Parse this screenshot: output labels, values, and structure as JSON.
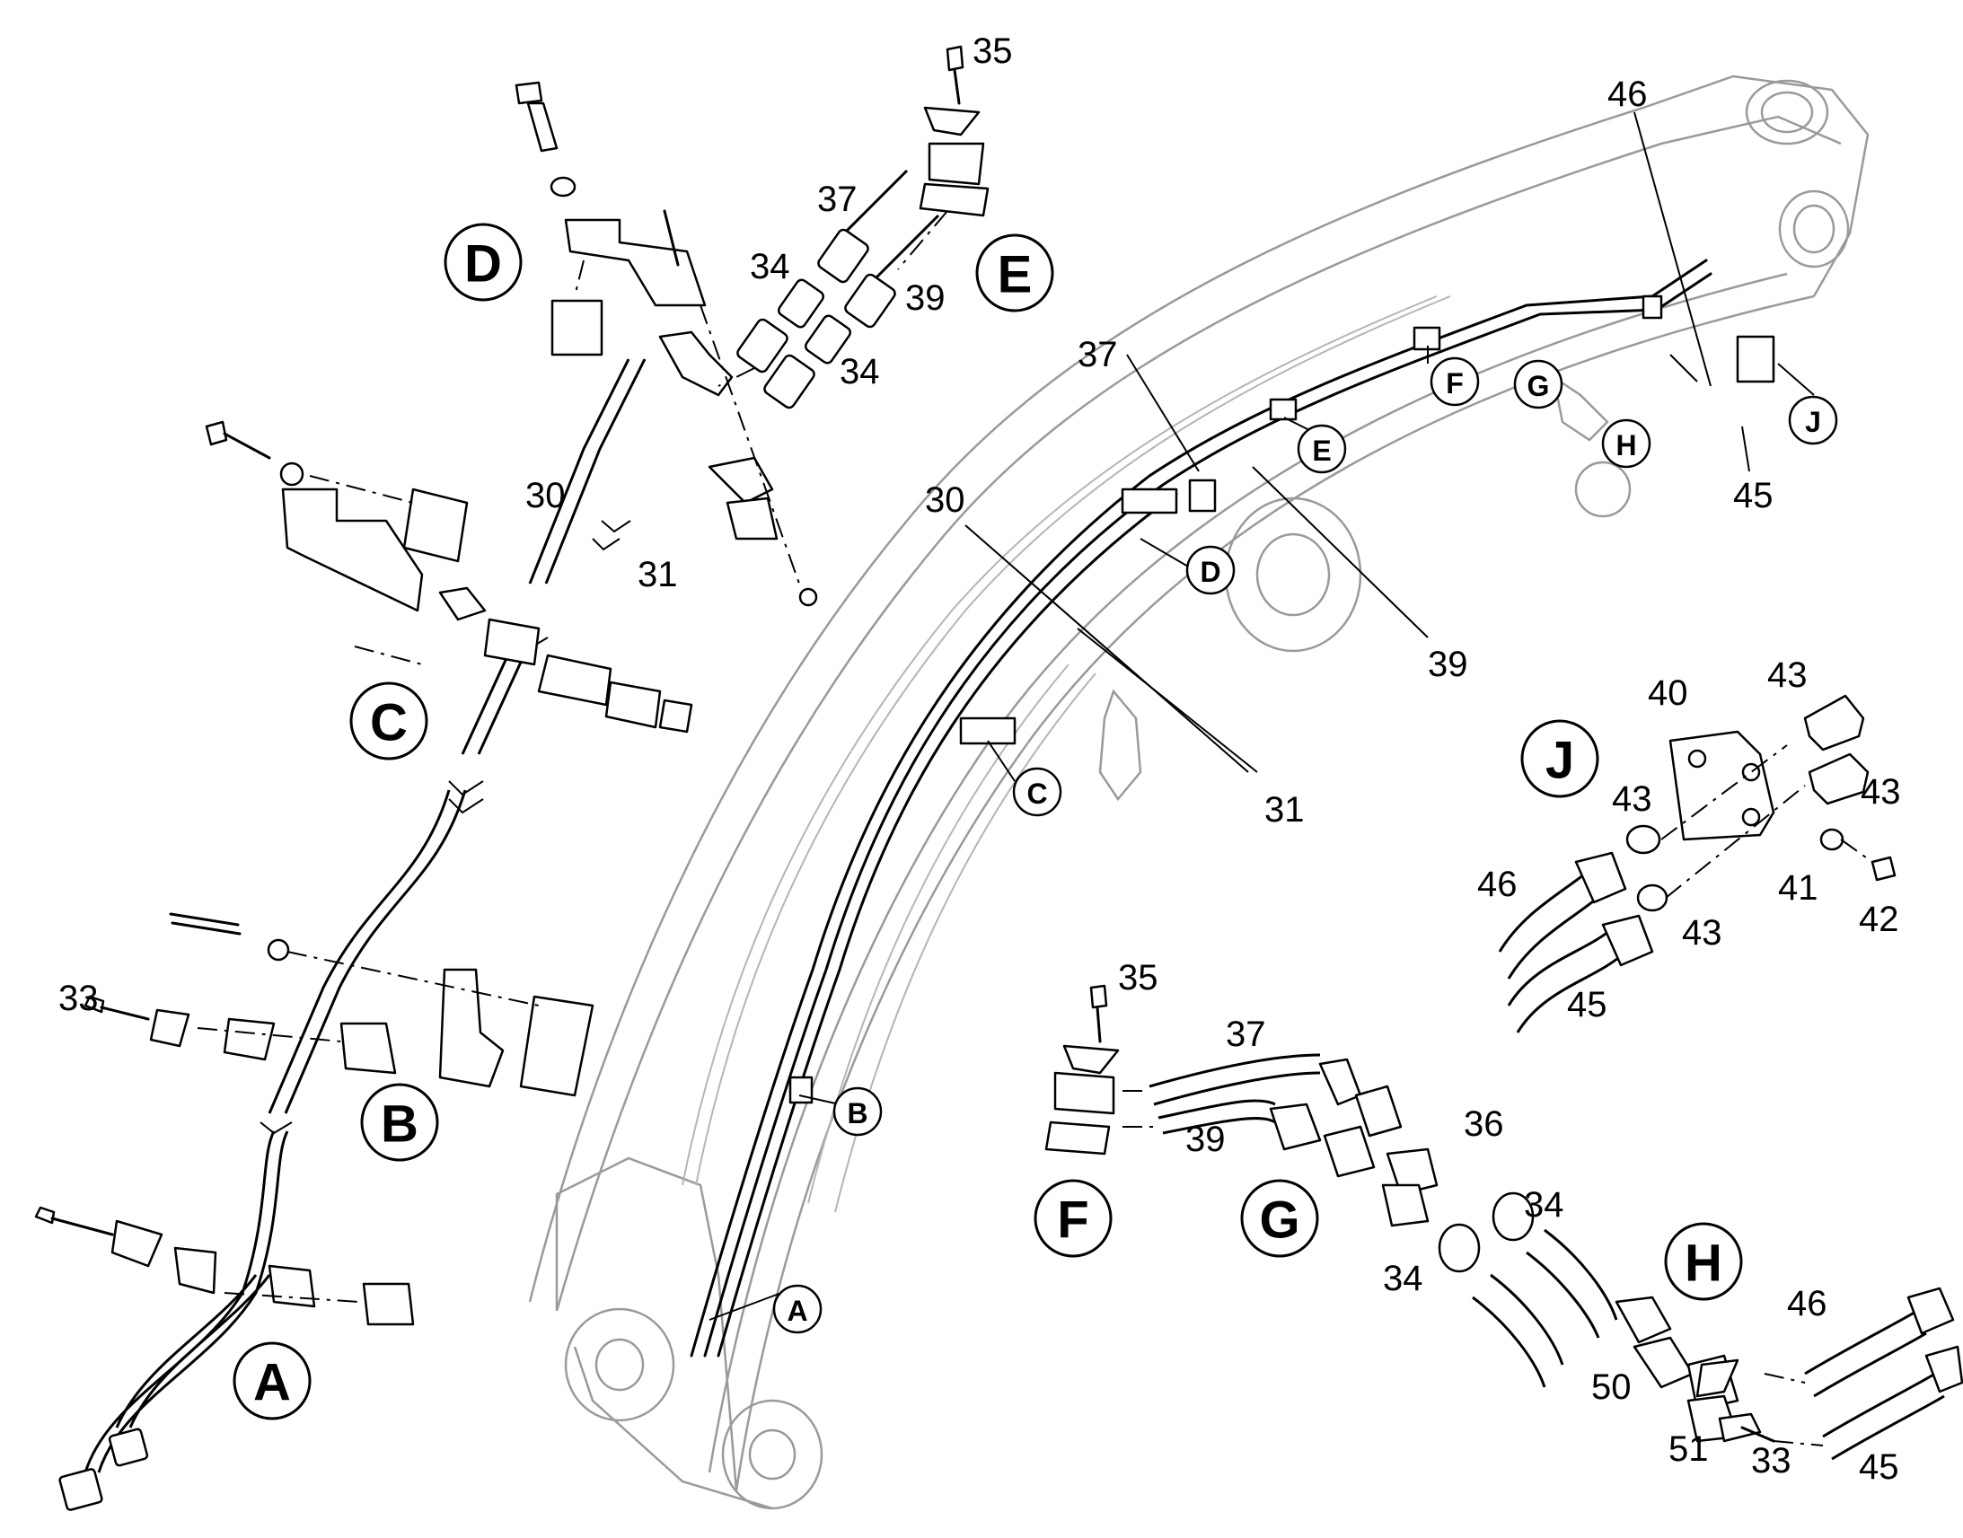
{
  "detail_labels": {
    "A": "A",
    "B": "B",
    "C": "C",
    "D": "D",
    "E": "E",
    "F": "F",
    "G": "G",
    "H": "H",
    "J": "J"
  },
  "callouts": {
    "n30a": "30",
    "n31a": "31",
    "n35a": "35",
    "n37a": "37",
    "n34a": "34",
    "n39a": "39",
    "n34b": "34",
    "n33a": "33",
    "n46a": "46",
    "n45a": "45",
    "n37b": "37",
    "n30b": "30",
    "n39b": "39",
    "n31b": "31",
    "n40": "40",
    "n43a": "43",
    "n43b": "43",
    "n43c": "43",
    "n43d": "43",
    "n46b": "46",
    "n41": "41",
    "n42": "42",
    "n45b": "45",
    "n35b": "35",
    "n37c": "37",
    "n39c": "39",
    "n36": "36",
    "n34c": "34",
    "n34d": "34",
    "n46c": "46",
    "n50": "50",
    "n51": "51",
    "n33b": "33",
    "n45c": "45"
  }
}
